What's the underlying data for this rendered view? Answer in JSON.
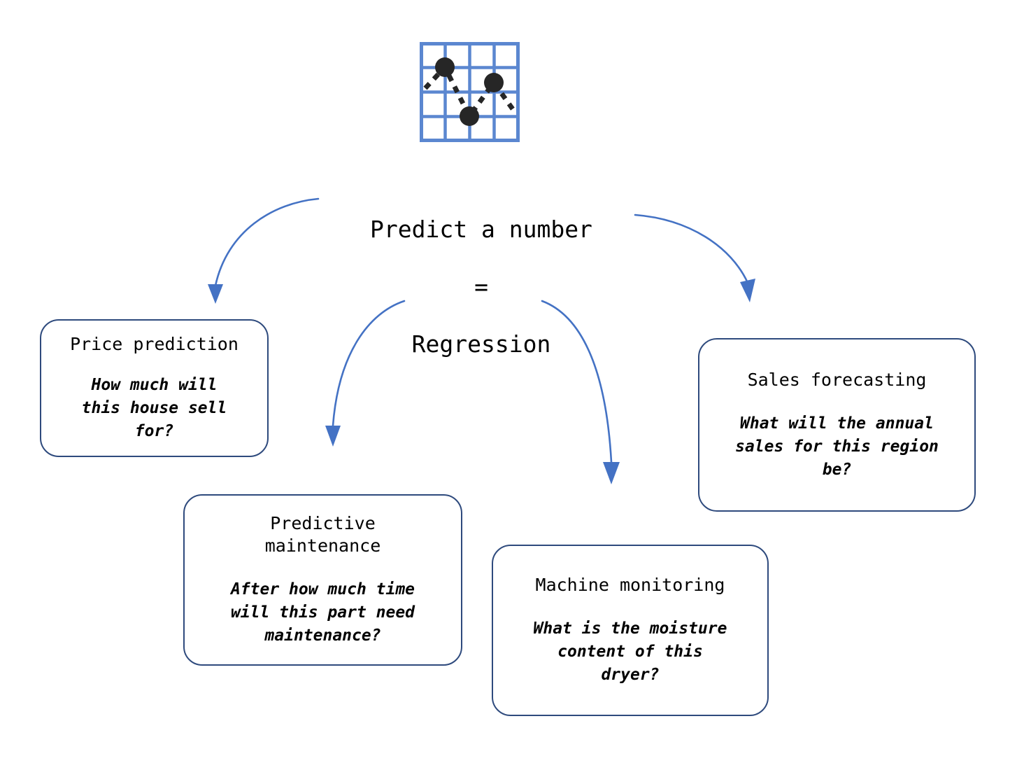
{
  "diagram": {
    "hub": {
      "icon_name": "scatter-line-chart-icon",
      "title_line1": "Predict a number",
      "title_line2": "=",
      "title_line3": "Regression"
    },
    "colors": {
      "arrow": "#4472C4",
      "card_border": "#2E4A7D",
      "icon_grid": "#5B87D0",
      "icon_dot": "#262626",
      "background": "#FFFFFF",
      "text": "#000000"
    },
    "cards": [
      {
        "id": "price-prediction",
        "title": "Price prediction",
        "question": "How much will\nthis house sell\nfor?"
      },
      {
        "id": "predictive-maintenance",
        "title": "Predictive\nmaintenance",
        "question": "After how much time\nwill this part need\nmaintenance?"
      },
      {
        "id": "machine-monitoring",
        "title": "Machine monitoring",
        "question": "What is the moisture\ncontent of this\ndryer?"
      },
      {
        "id": "sales-forecasting",
        "title": "Sales forecasting",
        "question": "What will the annual\nsales for this region\nbe?"
      }
    ],
    "arrows": [
      {
        "id": "arrow-to-price-prediction",
        "from": "hub",
        "to": "price-prediction"
      },
      {
        "id": "arrow-to-predictive-maintenance",
        "from": "hub",
        "to": "predictive-maintenance"
      },
      {
        "id": "arrow-to-machine-monitoring",
        "from": "hub",
        "to": "machine-monitoring"
      },
      {
        "id": "arrow-to-sales-forecasting",
        "from": "hub",
        "to": "sales-forecasting"
      }
    ]
  }
}
